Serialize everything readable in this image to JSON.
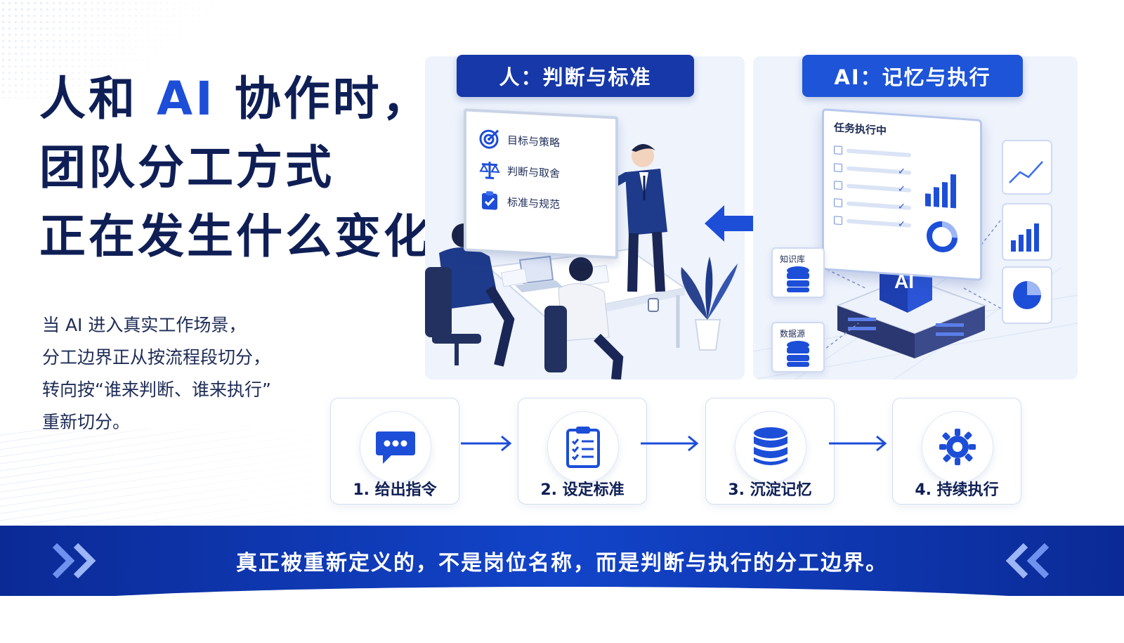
{
  "headline": {
    "line1_pre": "人和 ",
    "line1_ai": "AI",
    "line1_post": " 协作时，",
    "line2": "团队分工方式",
    "line3": "正在发生什么变化"
  },
  "intro": {
    "lines": [
      "当 AI 进入真实工作场景，",
      "分工边界正从按流程段切分，",
      "转向按“谁来判断、谁来执行”",
      "重新切分。"
    ]
  },
  "human_panel": {
    "ribbon": "人：判断与标准",
    "whiteboard": {
      "items": [
        {
          "icon": "target-icon",
          "label": "目标与策略"
        },
        {
          "icon": "scales-icon",
          "label": "判断与取舍"
        },
        {
          "icon": "clipboard-check-icon",
          "label": "标准与规范"
        }
      ]
    }
  },
  "ai_panel": {
    "ribbon": "AI：记忆与执行",
    "screen_title": "任务执行中",
    "knowledge_label": "知识库",
    "data_label": "数据源",
    "core_label": "AI"
  },
  "process": {
    "steps": [
      {
        "label": "1. 给出指令",
        "icon": "chat-bubble-icon"
      },
      {
        "label": "2. 设定标准",
        "icon": "checklist-icon"
      },
      {
        "label": "3. 沉淀记忆",
        "icon": "database-icon"
      },
      {
        "label": "4. 持续执行",
        "icon": "gear-cycle-icon"
      }
    ]
  },
  "banner": {
    "text": "真正被重新定义的，不是岗位名称，而是判断与执行的分工边界。"
  },
  "colors": {
    "navy": "#0f1f56",
    "accent": "#1d4ed8",
    "banner": "#1244c9",
    "panel": "#eef3fc"
  }
}
